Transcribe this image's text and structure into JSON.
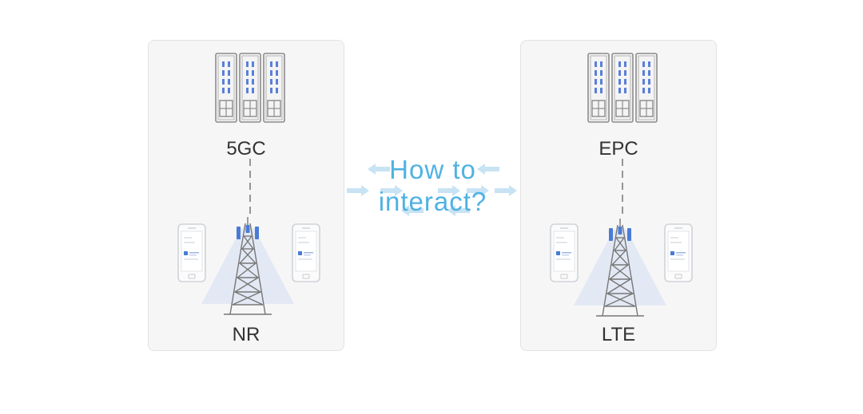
{
  "left_panel": {
    "core_label": "5GC",
    "radio_label": "NR"
  },
  "right_panel": {
    "core_label": "EPC",
    "radio_label": "LTE"
  },
  "center": {
    "line1": "How to",
    "line2": "interact?"
  },
  "colors": {
    "panel_bg": "#f7f6f6",
    "panel_border": "#e4e2e2",
    "label_text": "#333333",
    "question_text": "#4fb2e3",
    "arrow": "#c8e3f3",
    "server_stroke": "#8c8c8c",
    "server_lights": "#5a7fd8",
    "antenna": "#4a7bd6",
    "beam": "#c9d9f2"
  },
  "icons": [
    "server-rack-icon",
    "cell-tower-icon",
    "smartphone-icon",
    "arrow-icon"
  ]
}
